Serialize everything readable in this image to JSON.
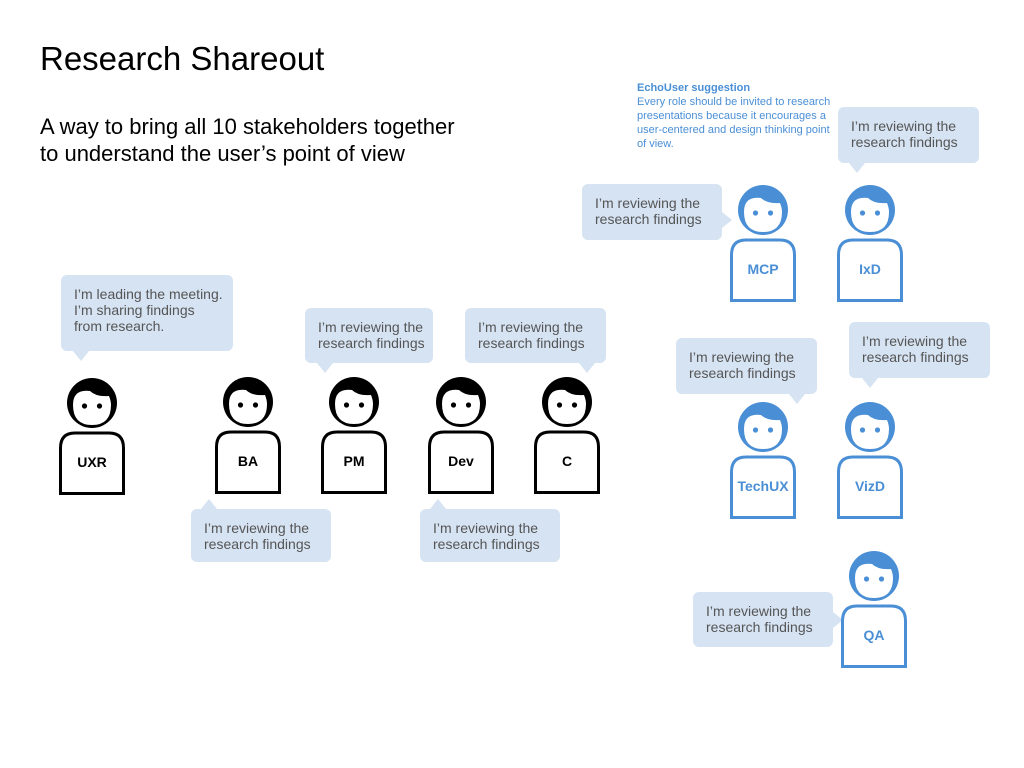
{
  "title": "Research Shareout",
  "subtitle": {
    "line1": "A way to bring all 10 stakeholders together",
    "line2": "to understand the user’s point of view"
  },
  "suggestion": {
    "title": "EchoUser suggestion",
    "body": "Every role should be invited to research presentations because it encourages a user-centered and design thinking point of view."
  },
  "bubbles": {
    "uxr": [
      "I’m leading the meeting.",
      "I’m sharing findings",
      "from research."
    ],
    "ba": [
      "I’m reviewing the",
      "research findings"
    ],
    "pm": [
      "I’m reviewing the",
      "research findings"
    ],
    "dev": [
      "I’m reviewing the",
      "research findings"
    ],
    "c": [
      "I’m reviewing the",
      "research findings"
    ],
    "mcp": [
      "I’m reviewing the",
      "research findings"
    ],
    "ixd": [
      "I’m reviewing the",
      "research findings"
    ],
    "techux": [
      "I’m reviewing the",
      "research findings"
    ],
    "vizd": [
      "I’m reviewing the",
      "research findings"
    ],
    "qa": [
      "I’m reviewing the",
      "research findings"
    ]
  },
  "people": {
    "uxr": "UXR",
    "ba": "BA",
    "pm": "PM",
    "dev": "Dev",
    "c": "C",
    "mcp": "MCP",
    "ixd": "IxD",
    "techux": "TechUX",
    "vizd": "VizD",
    "qa": "QA"
  },
  "colors": {
    "bubble": "#d6e3f3",
    "blue_role": "#4a8fd6",
    "black_role": "#000000"
  }
}
